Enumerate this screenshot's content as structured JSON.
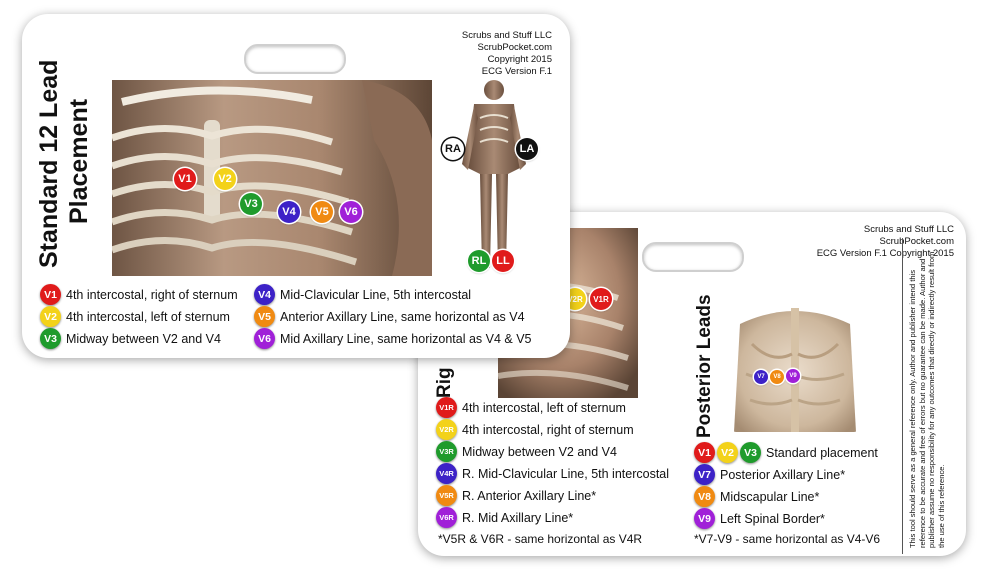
{
  "colors": {
    "red": "#e01b1b",
    "yellow": "#f3d21a",
    "green": "#1f9b2c",
    "blue": "#3d22c7",
    "orange": "#f08a12",
    "purple": "#a020d8",
    "black": "#111111",
    "white": "#ffffff"
  },
  "front": {
    "title_line1": "Standard 12 Lead",
    "title_line2": "Placement",
    "company": "Scrubs and Stuff LLC",
    "site": "ScrubPocket.com",
    "copyright": "Copyright 2015",
    "version": "ECG Version F.1",
    "chest_labels": [
      "V1",
      "V2",
      "V3",
      "V4",
      "V5",
      "V6"
    ],
    "limb_labels": [
      "RA",
      "LA",
      "RL",
      "LL"
    ],
    "legend_left": [
      {
        "badge": "V1",
        "text": "4th intercostal, right of sternum"
      },
      {
        "badge": "V2",
        "text": "4th intercostal, left of sternum"
      },
      {
        "badge": "V3",
        "text": "Midway between V2 and V4"
      }
    ],
    "legend_right": [
      {
        "badge": "V4",
        "text": "Mid-Clavicular Line, 5th intercostal"
      },
      {
        "badge": "V5",
        "text": "Anterior Axillary Line, same horizontal as V4"
      },
      {
        "badge": "V6",
        "text": "Mid Axillary Line, same horizontal as V4 & V5"
      }
    ]
  },
  "back": {
    "company": "Scrubs and Stuff LLC",
    "site": "ScrubPocket.com",
    "version": "ECG Version F.1 Copyright 2015",
    "right_title_visible": "Rig",
    "posterior_title": "Posterior Leads",
    "photo_badges": [
      "V2R",
      "V1R"
    ],
    "posterior_photo_badges": [
      "V7",
      "V8",
      "V9"
    ],
    "right_legend": [
      {
        "badge": "V1R",
        "text": "4th intercostal, left of sternum"
      },
      {
        "badge": "V2R",
        "text": "4th intercostal, right of sternum"
      },
      {
        "badge": "V3R",
        "text": "Midway between V2 and V4"
      },
      {
        "badge": "V4R",
        "text": "R. Mid-Clavicular Line, 5th intercostal"
      },
      {
        "badge": "V5R",
        "text": "R. Anterior Axillary Line*"
      },
      {
        "badge": "V6R",
        "text": "R. Mid Axillary Line*"
      }
    ],
    "right_note": "*V5R & V6R - same horizontal as V4R",
    "posterior_standard_badges": [
      "V1",
      "V2",
      "V3"
    ],
    "posterior_standard_text": "Standard placement",
    "posterior_legend": [
      {
        "badge": "V7",
        "text": "Posterior Axillary Line*"
      },
      {
        "badge": "V8",
        "text": "Midscapular Line*"
      },
      {
        "badge": "V9",
        "text": "Left Spinal Border*"
      }
    ],
    "posterior_note": "*V7-V9 - same horizontal as V4-V6",
    "disclaimer": "This tool should serve as a general reference only. Author and publisher intend this reference to be accurate and free of errors but no guarantee can be made. Author and publisher assume no responsibility for any outcomes that directly or indirectly result from the use of this reference."
  }
}
